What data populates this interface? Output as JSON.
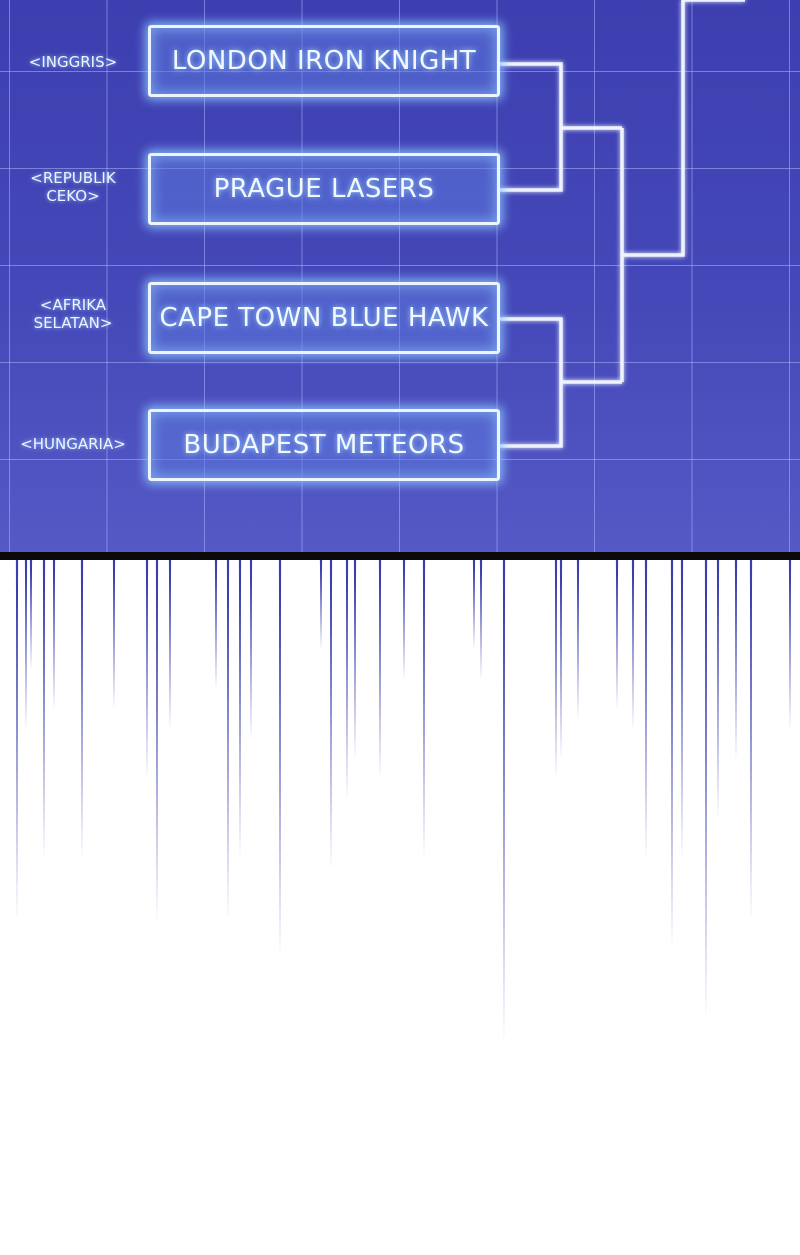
{
  "bracket": {
    "matches": [
      {
        "country": "<INGGRIS>",
        "team": "LONDON IRON KNIGHT"
      },
      {
        "country": "<REPUBLIK\nCEKO>",
        "team": "PRAGUE LASERS"
      },
      {
        "country": "<AFRIKA\nSELATAN>",
        "team": "CAPE TOWN BLUE HAWK"
      },
      {
        "country": "<HUNGARIA>",
        "team": "BUDAPEST METEORS"
      }
    ]
  },
  "colors": {
    "panel_background": "#4347b6",
    "grid_line": "#aab4ff",
    "neon_line": "#eef4ff",
    "glow": "#8cc8ff",
    "streak": "#3b3fae",
    "divider": "#0a0a0a"
  }
}
